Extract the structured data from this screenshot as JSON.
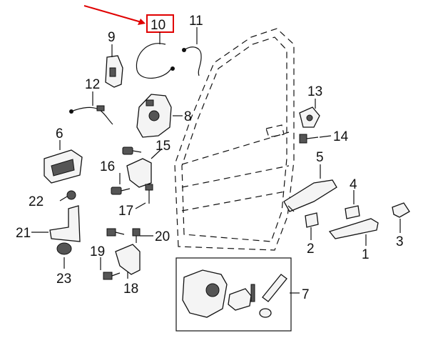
{
  "diagram": {
    "callouts": [
      {
        "id": "c1",
        "label": "1"
      },
      {
        "id": "c2",
        "label": "2"
      },
      {
        "id": "c3",
        "label": "3"
      },
      {
        "id": "c4",
        "label": "4"
      },
      {
        "id": "c5",
        "label": "5"
      },
      {
        "id": "c6",
        "label": "6"
      },
      {
        "id": "c7",
        "label": "7"
      },
      {
        "id": "c8",
        "label": "8"
      },
      {
        "id": "c9",
        "label": "9"
      },
      {
        "id": "c10",
        "label": "10"
      },
      {
        "id": "c11",
        "label": "11"
      },
      {
        "id": "c12",
        "label": "12"
      },
      {
        "id": "c13",
        "label": "13"
      },
      {
        "id": "c14",
        "label": "14"
      },
      {
        "id": "c15",
        "label": "15"
      },
      {
        "id": "c16",
        "label": "16"
      },
      {
        "id": "c17",
        "label": "17"
      },
      {
        "id": "c18",
        "label": "18"
      },
      {
        "id": "c19",
        "label": "19"
      },
      {
        "id": "c20",
        "label": "20"
      },
      {
        "id": "c21",
        "label": "21"
      },
      {
        "id": "c22",
        "label": "22"
      },
      {
        "id": "c23",
        "label": "23"
      }
    ],
    "highlight": {
      "callout": "10",
      "box_color": "#e00000",
      "arrow_color": "#e00000"
    }
  }
}
